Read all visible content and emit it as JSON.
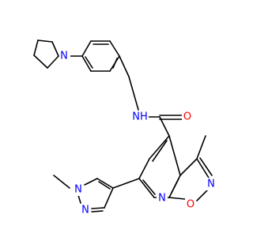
{
  "molecule": {
    "atoms": [
      {
        "id": "a1",
        "element": "N",
        "label": "N",
        "color": "#0000FF"
      },
      {
        "id": "a2",
        "element": "N",
        "label": "N",
        "color": "#0000FF"
      },
      {
        "id": "a3",
        "element": "O",
        "label": "O",
        "color": "#FF0000"
      },
      {
        "id": "a4",
        "element": "N",
        "label": "N",
        "color": "#0000FF"
      },
      {
        "id": "a5",
        "element": "N",
        "label": "N",
        "color": "#0000FF"
      },
      {
        "id": "a6",
        "element": "N",
        "label": "N",
        "color": "#0000FF"
      },
      {
        "id": "a7",
        "element": "N",
        "label": "NH",
        "color": "#0000FF"
      },
      {
        "id": "a8",
        "element": "O",
        "label": "O",
        "color": "#FF0000"
      }
    ]
  }
}
